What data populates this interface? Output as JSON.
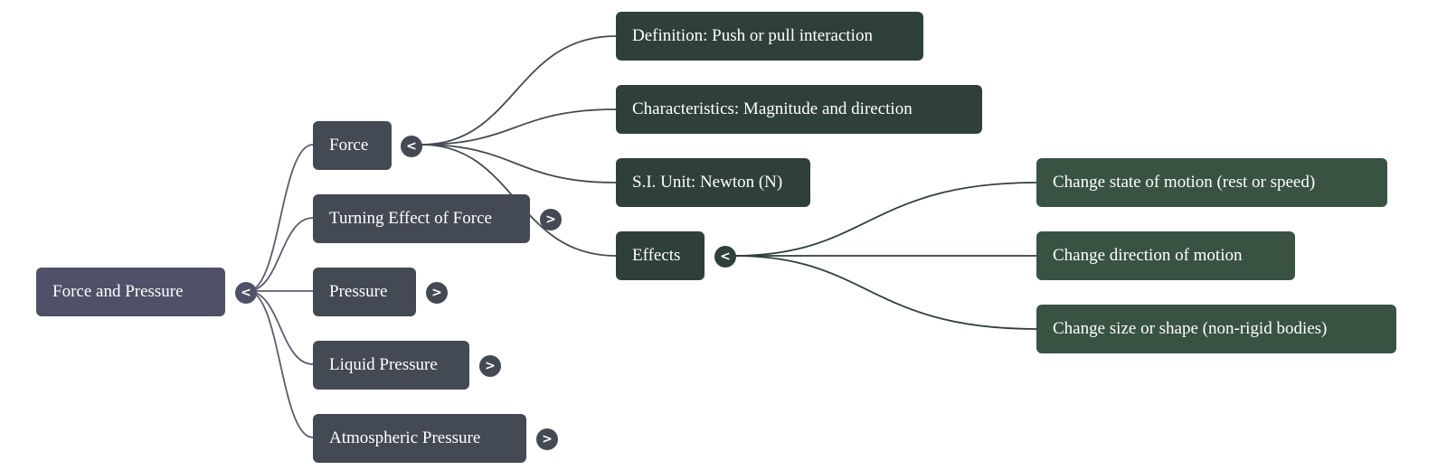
{
  "root": {
    "label": "Force and Pressure",
    "toggle": "<"
  },
  "level1": [
    {
      "label": "Force",
      "toggle": "<"
    },
    {
      "label": "Turning Effect of Force",
      "toggle": ">"
    },
    {
      "label": "Pressure",
      "toggle": ">"
    },
    {
      "label": "Liquid Pressure",
      "toggle": ">"
    },
    {
      "label": "Atmospheric Pressure",
      "toggle": ">"
    }
  ],
  "force_children": [
    {
      "label": "Definition: Push or pull interaction"
    },
    {
      "label": "Characteristics: Magnitude and direction"
    },
    {
      "label": "S.I. Unit: Newton (N)"
    },
    {
      "label": "Effects",
      "toggle": "<"
    }
  ],
  "effects_children": [
    {
      "label": "Change state of motion (rest or speed)"
    },
    {
      "label": "Change direction of motion"
    },
    {
      "label": "Change size or shape (non-rigid bodies)"
    }
  ],
  "colors": {
    "root": "#4f5168",
    "level1": "#444a54",
    "level2": "#2f3f3c",
    "level3": "#395343"
  }
}
